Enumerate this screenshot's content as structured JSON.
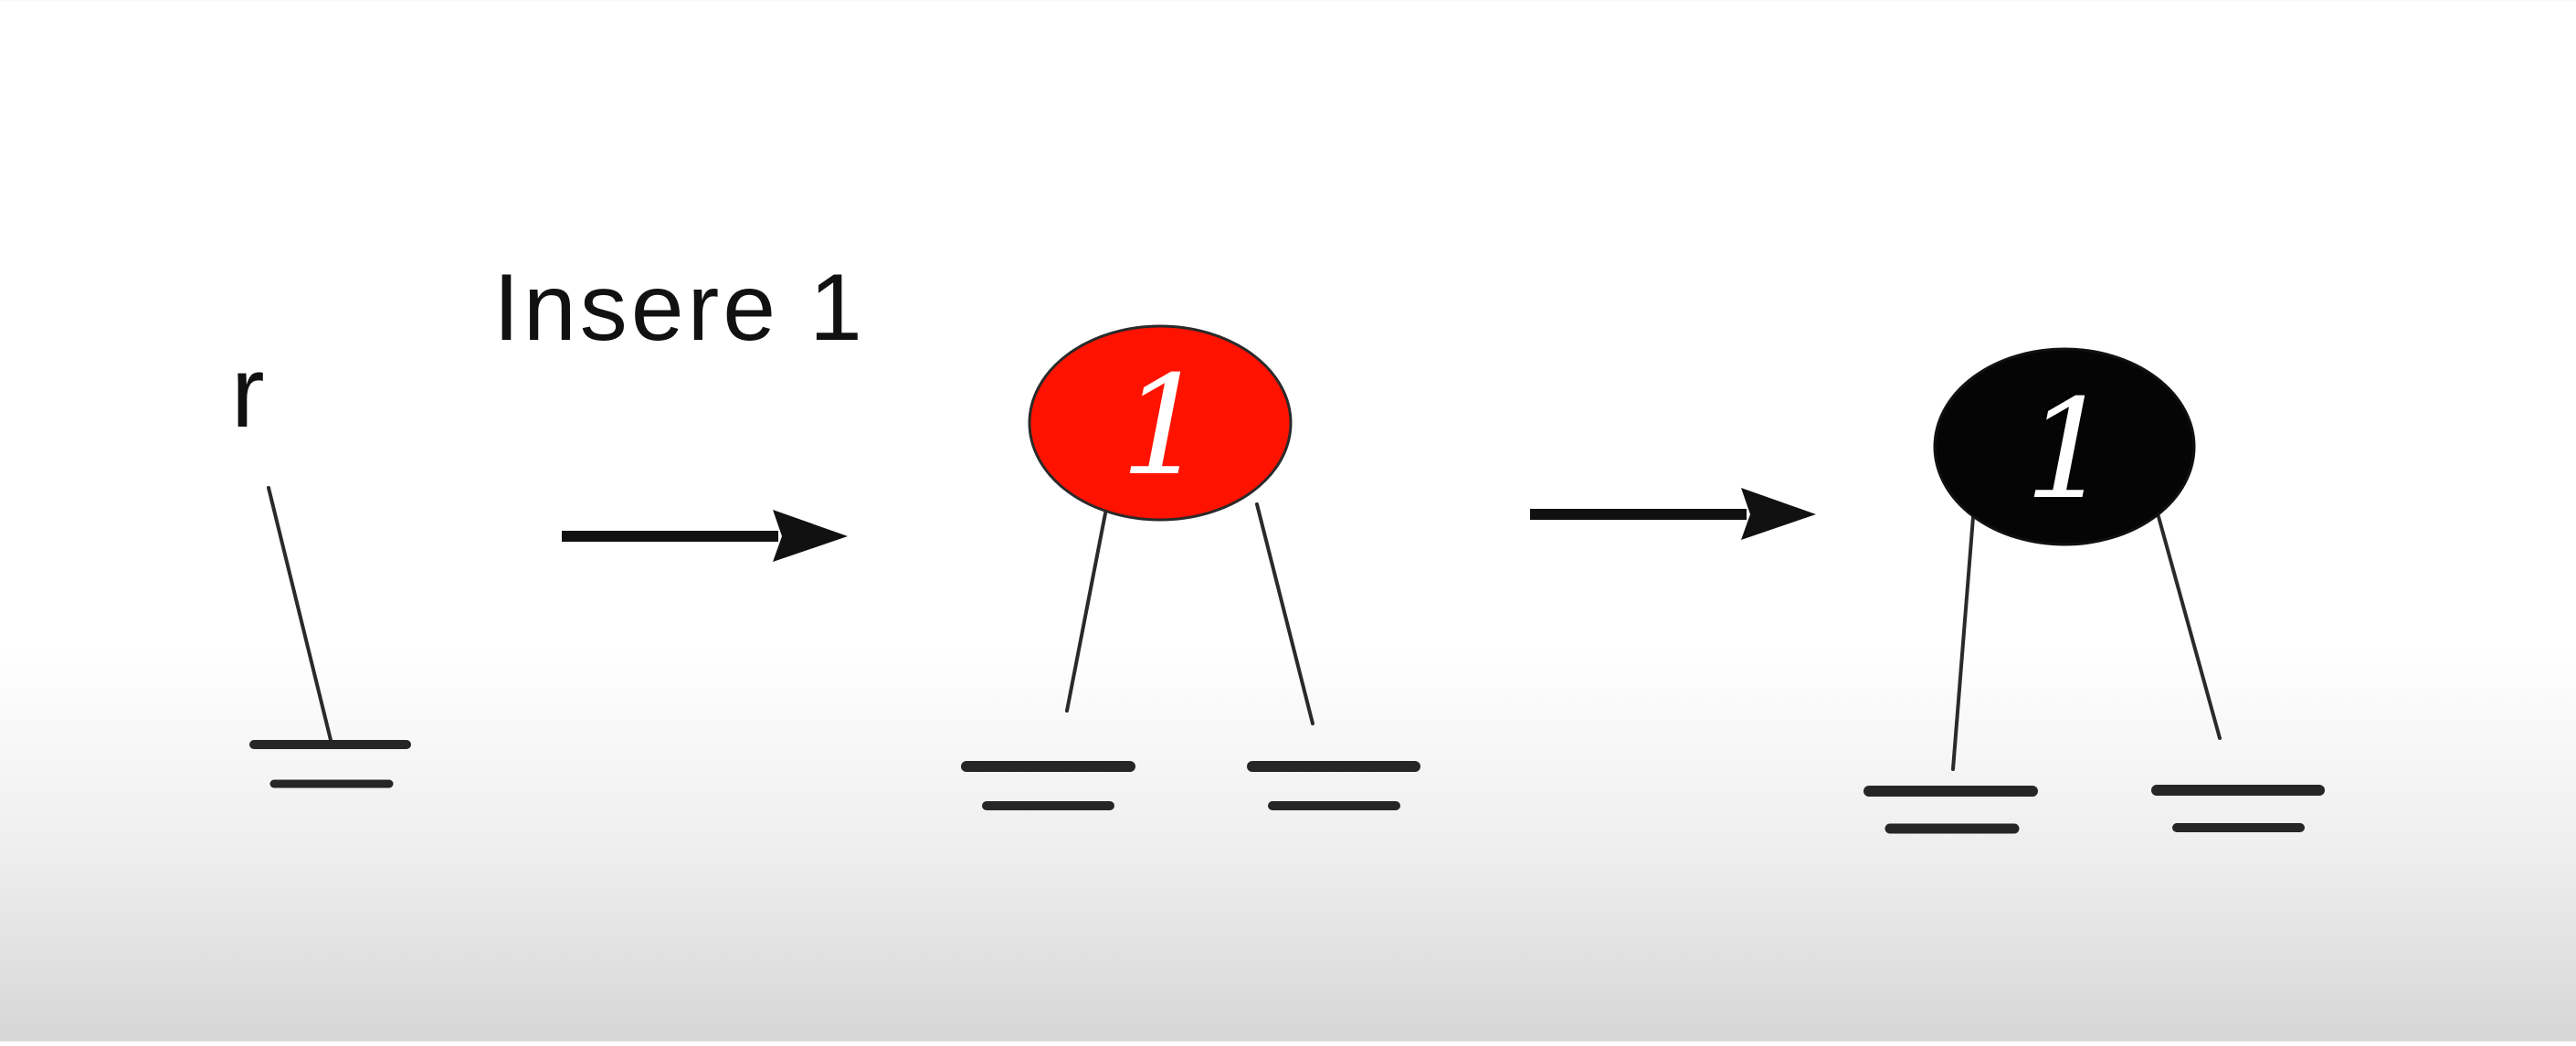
{
  "diagram": {
    "root_pointer_label": "r",
    "operation_label": "Insere 1",
    "nodes": [
      {
        "label": "1",
        "color": "#ff1200"
      },
      {
        "label": "1",
        "color": "#050505"
      }
    ],
    "colors": {
      "background": "#ffffff",
      "line": "#111111",
      "red_node": "#ff1200",
      "black_node": "#050505",
      "node_text": "#ffffff"
    }
  }
}
